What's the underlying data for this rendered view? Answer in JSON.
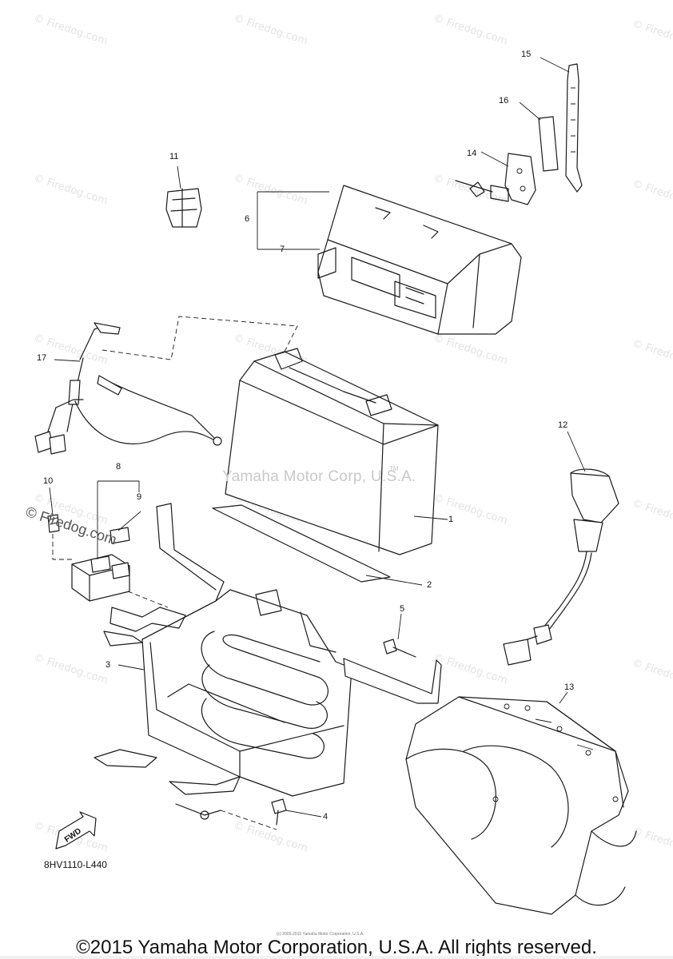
{
  "diagram": {
    "callouts": [
      {
        "id": "1",
        "label": "1"
      },
      {
        "id": "2",
        "label": "2"
      },
      {
        "id": "3",
        "label": "3"
      },
      {
        "id": "4",
        "label": "4"
      },
      {
        "id": "5",
        "label": "5"
      },
      {
        "id": "6",
        "label": "6"
      },
      {
        "id": "7",
        "label": "7"
      },
      {
        "id": "8",
        "label": "8"
      },
      {
        "id": "9",
        "label": "9"
      },
      {
        "id": "10",
        "label": "10"
      },
      {
        "id": "11",
        "label": "11"
      },
      {
        "id": "12",
        "label": "12"
      },
      {
        "id": "13",
        "label": "13"
      },
      {
        "id": "14",
        "label": "14"
      },
      {
        "id": "15",
        "label": "15"
      },
      {
        "id": "16",
        "label": "16"
      },
      {
        "id": "17",
        "label": "17"
      }
    ],
    "fwd_label": "FWD",
    "reference_code": "8HV1110-L440"
  },
  "watermarks": {
    "repeated_text": "© Firedog.com",
    "center_text": "Yamaha Motor Corp, U.S.A.",
    "center_sup": "TM",
    "side_text": "© Firedog.com"
  },
  "footer": {
    "copyright": "©2015 Yamaha Motor Corporation, U.S.A. All rights reserved.",
    "tiny_text": "(c) 2005-2015 Yamaha Motor Corporation, U.S.A."
  }
}
